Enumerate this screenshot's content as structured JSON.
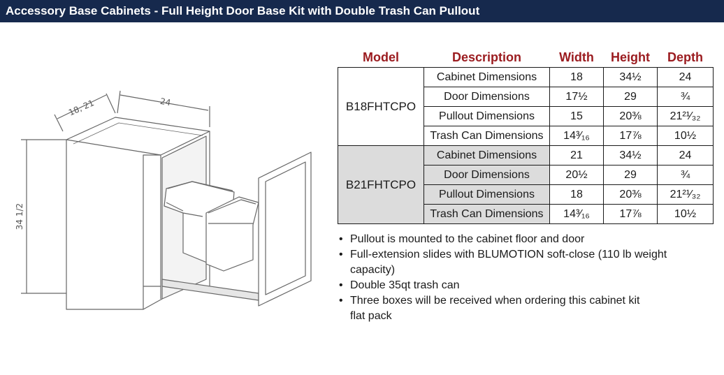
{
  "header": {
    "title": "Accessory Base Cabinets - Full Height Door Base Kit with Double Trash Can Pullout"
  },
  "drawing": {
    "depth_label": "18, 21",
    "width_label": "24",
    "height_label": "34 1/2"
  },
  "table": {
    "headers": {
      "model": "Model",
      "description": "Description",
      "width": "Width",
      "height": "Height",
      "depth": "Depth"
    },
    "groups": [
      {
        "model": "B18FHTCPO",
        "rows": [
          {
            "description": "Cabinet Dimensions",
            "width": "18",
            "height": "34½",
            "depth": "24"
          },
          {
            "description": "Door Dimensions",
            "width": "17½",
            "height": "29",
            "depth": "¾"
          },
          {
            "description": "Pullout Dimensions",
            "width": "15",
            "height": "20⅜",
            "depth": "21²¹⁄₃₂"
          },
          {
            "description": "Trash Can Dimensions",
            "width": "14³⁄₁₆",
            "height": "17⅞",
            "depth": "10½"
          }
        ]
      },
      {
        "model": "B21FHTCPO",
        "rows": [
          {
            "description": "Cabinet Dimensions",
            "width": "21",
            "height": "34½",
            "depth": "24"
          },
          {
            "description": "Door Dimensions",
            "width": "20½",
            "height": "29",
            "depth": "¾"
          },
          {
            "description": "Pullout Dimensions",
            "width": "18",
            "height": "20⅜",
            "depth": "21²¹⁄₃₂"
          },
          {
            "description": "Trash Can Dimensions",
            "width": "14³⁄₁₆",
            "height": "17⅞",
            "depth": "10½"
          }
        ]
      }
    ]
  },
  "notes": [
    "Pullout is mounted to the cabinet floor and door",
    "Full-extension slides with BLUMOTION soft-close (110 lb weight capacity)",
    "Double 35qt trash can",
    "Three boxes will be received when ordering this cabinet kit flat pack"
  ],
  "bullet_glyph": "•"
}
